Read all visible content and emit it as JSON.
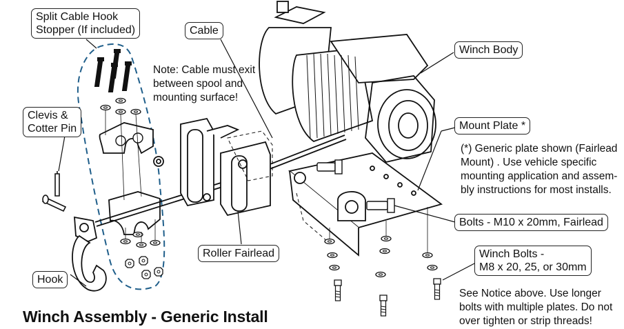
{
  "title": "Winch Assembly - Generic Install",
  "callouts": {
    "split_hook_stopper": [
      "Split Cable Hook",
      "Stopper (If included)"
    ],
    "cable": "Cable",
    "winch_body": "Winch Body",
    "clevis": [
      "Clevis &",
      "Cotter Pin"
    ],
    "mount_plate": "Mount Plate *",
    "bolts_fairlead": "Bolts - M10 x 20mm, Fairlead",
    "roller_fairlead": "Roller Fairlead",
    "winch_bolts": [
      "Winch Bolts -",
      "M8 x 20, 25, or 30mm"
    ],
    "hook": "Hook"
  },
  "notes": {
    "cable_note": [
      "Note: Cable must exit",
      "between spool and",
      "mounting surface!"
    ],
    "plate_note": [
      "(*) Generic plate shown (Fairlead",
      "Mount) . Use vehicle specific",
      "mounting application and assem-",
      "bly instructions for most installs."
    ],
    "bolt_note": [
      "See Notice above. Use longer",
      "bolts with multiple plates. Do not",
      "over tighten or strip threads!"
    ]
  }
}
